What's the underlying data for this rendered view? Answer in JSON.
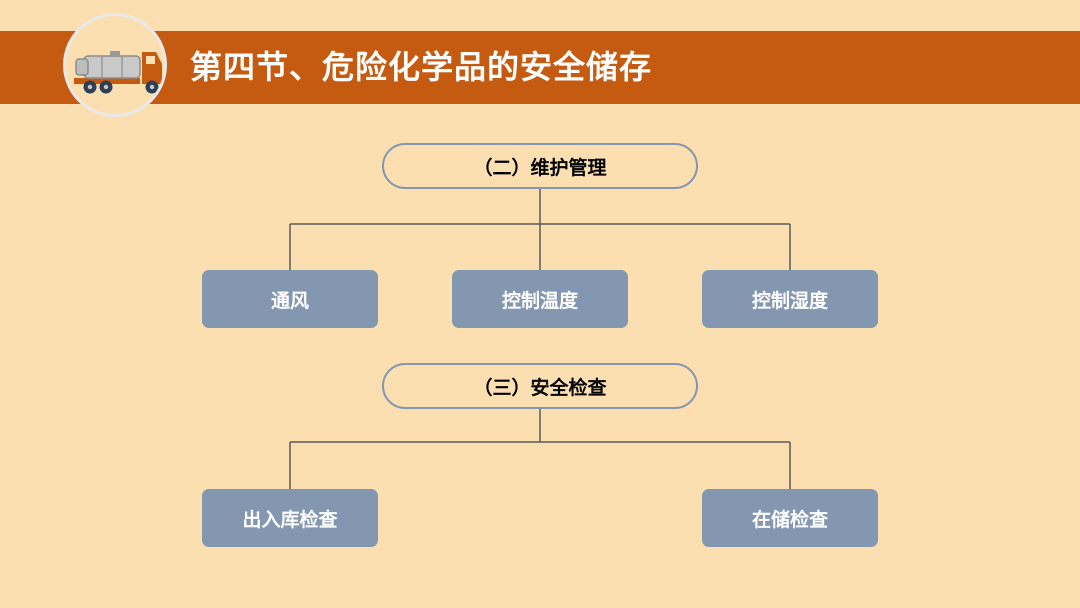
{
  "header": {
    "title": "第四节、危险化学品的安全储存",
    "logo_icon": "tanker-truck-icon"
  },
  "colors": {
    "background": "#fbdfb0",
    "title_bar": "#c55a11",
    "box_fill": "#8497b0",
    "connector": "#5a5a5a"
  },
  "section2": {
    "heading": "（二）维护管理",
    "items": [
      "通风",
      "控制温度",
      "控制湿度"
    ]
  },
  "section3": {
    "heading": "（三）安全检查",
    "items": [
      "出入库检查",
      "在储检查"
    ]
  }
}
